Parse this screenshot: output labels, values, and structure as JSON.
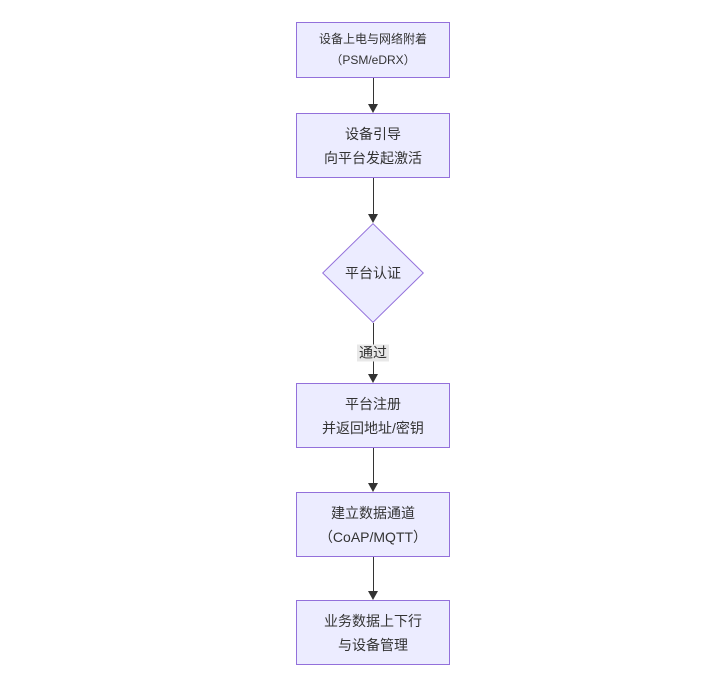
{
  "diagram": {
    "type": "flowchart-top-down",
    "colors": {
      "background": "#ffffff",
      "node_fill": "#ececff",
      "node_border": "#9370db",
      "text": "#333333",
      "arrow": "#333333",
      "edge_label_bg": "#e8e8e8"
    },
    "nodes": [
      {
        "id": "A",
        "shape": "rect",
        "lines": [
          "设备上电与网络附着",
          "（PSM/eDRX）"
        ]
      },
      {
        "id": "B",
        "shape": "rect",
        "lines": [
          "设备引导",
          "向平台发起激活"
        ]
      },
      {
        "id": "C",
        "shape": "diamond",
        "lines": [
          "平台认证"
        ]
      },
      {
        "id": "D",
        "shape": "rect",
        "lines": [
          "平台注册",
          "并返回地址/密钥"
        ]
      },
      {
        "id": "E",
        "shape": "rect",
        "lines": [
          "建立数据通道",
          "（CoAP/MQTT）"
        ]
      },
      {
        "id": "F",
        "shape": "rect",
        "lines": [
          "业务数据上下行",
          "与设备管理"
        ]
      }
    ],
    "edges": [
      {
        "from": "A",
        "to": "B",
        "label": ""
      },
      {
        "from": "B",
        "to": "C",
        "label": ""
      },
      {
        "from": "C",
        "to": "D",
        "label": "通过"
      },
      {
        "from": "D",
        "to": "E",
        "label": ""
      },
      {
        "from": "E",
        "to": "F",
        "label": ""
      }
    ]
  }
}
